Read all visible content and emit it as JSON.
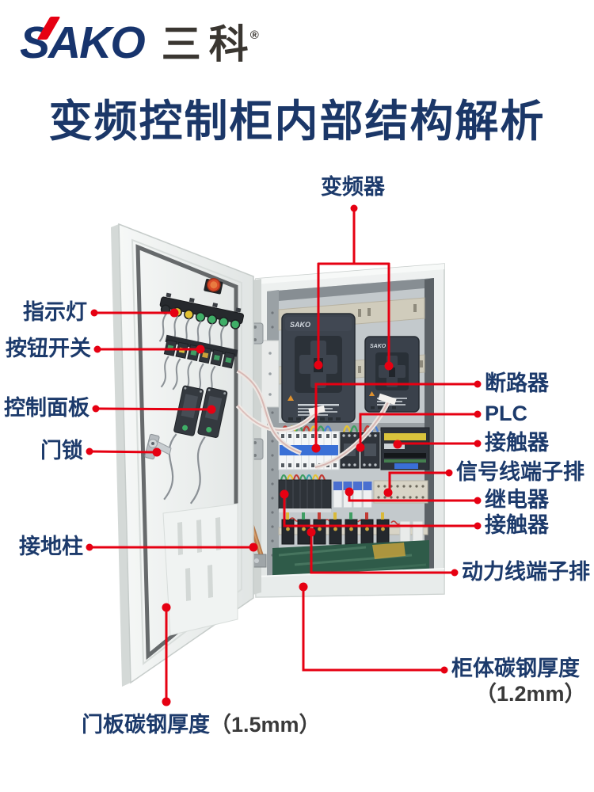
{
  "brand": {
    "name": "SAKO",
    "name_cn": "三科",
    "registered_mark": "®"
  },
  "title": "变频控制柜内部结构解析",
  "annotations": {
    "vfd": {
      "label": "变频器"
    },
    "left": [
      {
        "label": "指示灯"
      },
      {
        "label": "按钮开关"
      },
      {
        "label": "控制面板"
      },
      {
        "label": "门锁"
      },
      {
        "label": "接地柱"
      }
    ],
    "right": [
      {
        "label": "断路器"
      },
      {
        "label": "PLC"
      },
      {
        "label": "接触器"
      },
      {
        "label": "信号线端子排"
      },
      {
        "label": "继电器"
      },
      {
        "label": "接触器"
      },
      {
        "label": "动力线端子排"
      }
    ],
    "cabinet_thickness": {
      "label": "柜体碳钢厚度",
      "value": "（1.2mm）"
    },
    "door_thickness": {
      "label": "门板碳钢厚度",
      "value": "（1.5mm）"
    }
  },
  "cabinet": {
    "vfd_brand": "SAKO",
    "vfd_brand_small": "SAKO"
  },
  "colors": {
    "accent_red": "#e60012",
    "label_navy": "#1c3a6b",
    "title_navy": "#1b3768",
    "logo_navy": "#17346d",
    "cabinet_gray": "#e9edec",
    "vfd_dark": "#3d444e",
    "floor_green": "#2f5b49"
  }
}
